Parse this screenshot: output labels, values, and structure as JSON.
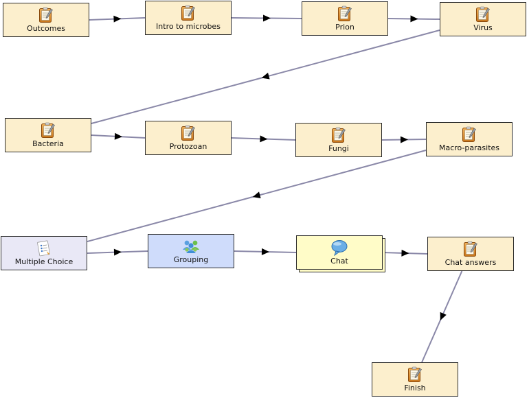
{
  "colors": {
    "line": "#8a88a8",
    "arrow": "#000000",
    "activity_fill": "#fcefcd",
    "mc_fill": "#e9e8f6",
    "grouping_fill": "#cfdcfb",
    "chat_fill": "#fffcc8",
    "border": "#2a2a2a"
  },
  "nodes": [
    {
      "id": "outcomes",
      "label": "Outcomes",
      "icon": "notebook-icon"
    },
    {
      "id": "intro",
      "label": "Intro to microbes",
      "icon": "notebook-icon"
    },
    {
      "id": "prion",
      "label": "Prion",
      "icon": "notebook-icon"
    },
    {
      "id": "virus",
      "label": "Virus",
      "icon": "notebook-icon"
    },
    {
      "id": "bacteria",
      "label": "Bacteria",
      "icon": "notebook-icon"
    },
    {
      "id": "protozoan",
      "label": "Protozoan",
      "icon": "notebook-icon"
    },
    {
      "id": "fungi",
      "label": "Fungi",
      "icon": "notebook-icon"
    },
    {
      "id": "macro",
      "label": "Macro-parasites",
      "icon": "notebook-icon"
    },
    {
      "id": "mc",
      "label": "Multiple Choice",
      "icon": "checklist-icon"
    },
    {
      "id": "grouping",
      "label": "Grouping",
      "icon": "people-group-icon"
    },
    {
      "id": "chat",
      "label": "Chat",
      "icon": "speech-bubble-icon"
    },
    {
      "id": "chat_answers",
      "label": "Chat answers",
      "icon": "notebook-icon"
    },
    {
      "id": "finish",
      "label": "Finish",
      "icon": "notebook-icon"
    }
  ],
  "edges": [
    {
      "from": "outcomes",
      "to": "intro"
    },
    {
      "from": "intro",
      "to": "prion"
    },
    {
      "from": "prion",
      "to": "virus"
    },
    {
      "from": "virus",
      "to": "bacteria"
    },
    {
      "from": "bacteria",
      "to": "protozoan"
    },
    {
      "from": "protozoan",
      "to": "fungi"
    },
    {
      "from": "fungi",
      "to": "macro"
    },
    {
      "from": "macro",
      "to": "mc"
    },
    {
      "from": "mc",
      "to": "grouping"
    },
    {
      "from": "grouping",
      "to": "chat"
    },
    {
      "from": "chat",
      "to": "chat_answers"
    },
    {
      "from": "chat_answers",
      "to": "finish"
    }
  ]
}
